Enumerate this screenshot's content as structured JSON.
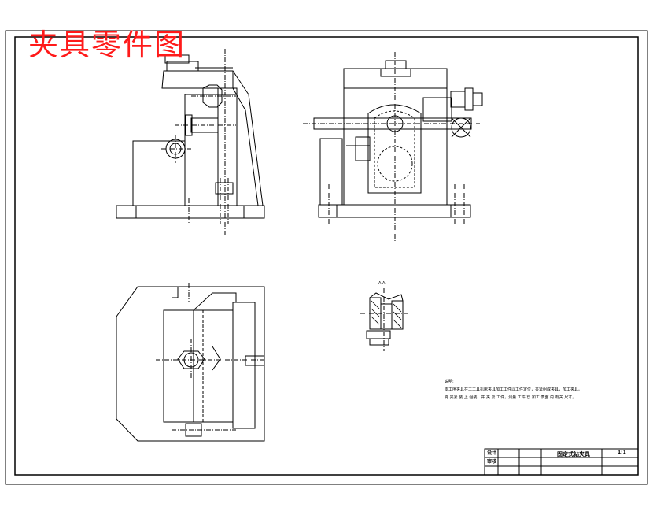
{
  "drawing": {
    "title": "夹具零件图"
  },
  "section_label": "A-A",
  "notes": {
    "heading": "说明:",
    "line1": "本工序夹具在工工具机床夹具加工工件以工件定位，夹紧组成夹具，加工夹具。",
    "line2": "将 夹紧 装 上 组装，并 夹 紧 工件，测量 工件 已 加工 表面 的 有关 尺寸。"
  },
  "title_block": {
    "design_label": "设计",
    "check_label": "审核",
    "name": "固定式钻夹具",
    "scale": "1:1"
  },
  "colors": {
    "title": "#ff1a1a",
    "line": "#000000"
  }
}
